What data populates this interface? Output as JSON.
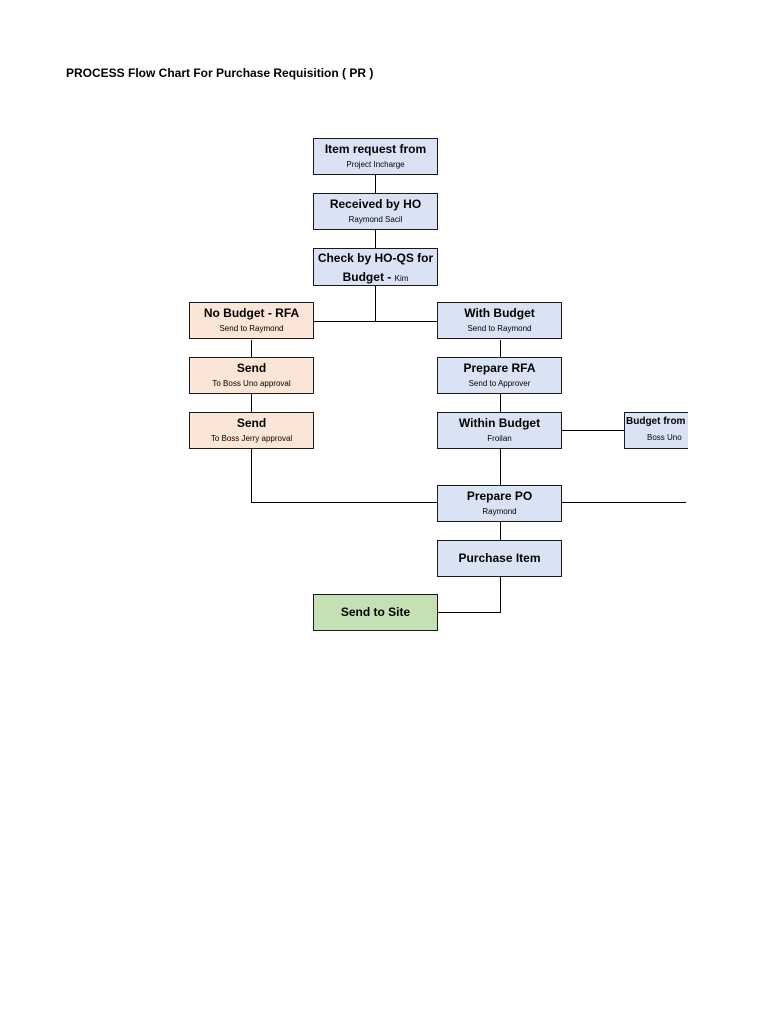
{
  "title": "PROCESS Flow Chart For Purchase Requisition ( PR )",
  "nodes": {
    "item_request": {
      "title": "Item request from",
      "sub": "Project Incharge"
    },
    "received_ho": {
      "title": "Received by HO",
      "sub": "Raymond Sacil"
    },
    "check_budget": {
      "title": "Check by HO-QS for Budget -",
      "sub": "Kim"
    },
    "no_budget": {
      "title": "No Budget - RFA",
      "sub": "Send to Raymond"
    },
    "send_uno": {
      "title": "Send",
      "sub": "To Boss Uno approval"
    },
    "send_jerry": {
      "title": "Send",
      "sub": "To Boss Jerry approval"
    },
    "with_budget": {
      "title": "With Budget",
      "sub": "Send to Raymond"
    },
    "prepare_rfa": {
      "title": "Prepare RFA",
      "sub": "Send to Approver"
    },
    "within_budget": {
      "title": "Within Budget",
      "sub": "Froilan"
    },
    "budget_from": {
      "title": "Budget from",
      "sub": "Boss Uno"
    },
    "prepare_po": {
      "title": "Prepare PO",
      "sub": "Raymond"
    },
    "purchase_item": {
      "title": "Purchase Item"
    },
    "send_site": {
      "title": "Send to Site"
    }
  },
  "colors": {
    "blue_box": "#dae3f3",
    "peach_box": "#fbe5d6",
    "green_box": "#c5e0b4",
    "line": "#000000"
  }
}
